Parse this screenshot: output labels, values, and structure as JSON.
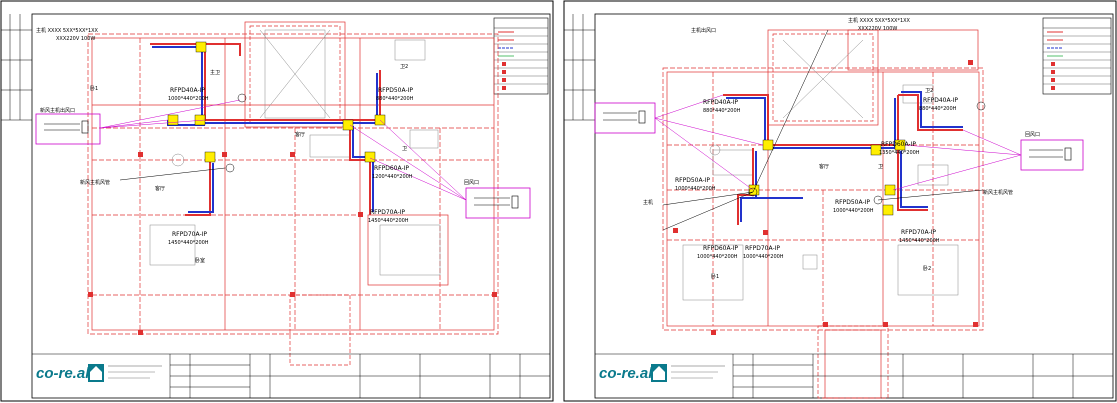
{
  "sheets": [
    {
      "id": "left",
      "logo": "co-re.al",
      "top_note_1": "主机 XXXX  5XX*5XX*1XX",
      "top_note_2": "XXX220V  100W",
      "units": [
        {
          "model": "RFPD40A-IP",
          "size": "1000*440*200H"
        },
        {
          "model": "RFPD50A-IP",
          "size": "880*440*200H"
        },
        {
          "model": "RFPD60A-IP",
          "size": "1200*440*200H"
        },
        {
          "model": "RFPD70A-IP",
          "size": "1450*440*200H"
        },
        {
          "model": "RFPD70A-IP",
          "size": "1450*440*200H"
        }
      ],
      "room_labels": [
        "卫2",
        "客厅",
        "客厅",
        "卧室",
        "卧1",
        "卫",
        "主卫"
      ],
      "callouts": [
        "新风主机出风口",
        "新风主机风管",
        "回风口"
      ]
    },
    {
      "id": "right",
      "logo": "co-re.al",
      "top_note_1": "主机 XXXX  5XX*5XX*1XX",
      "top_note_2": "XXX220V  100W",
      "units": [
        {
          "model": "RFPD40A-IP",
          "size": "880*440*200H"
        },
        {
          "model": "RFPD40A-IP",
          "size": "880*440*200H"
        },
        {
          "model": "RFPD50A-IP",
          "size": "1000*440*200H"
        },
        {
          "model": "RFPD50A-IP",
          "size": "1000*440*200H"
        },
        {
          "model": "RFPD60A-IP",
          "size": "1350*440*200H"
        },
        {
          "model": "RFPD70A-IP",
          "size": "1450*440*200H"
        },
        {
          "model": "RFPD60A-IP",
          "size": "1000*440*200H"
        },
        {
          "model": "RFPD70A-IP",
          "size": "1000*440*200H"
        }
      ],
      "room_labels": [
        "卫2",
        "客厅",
        "卧1",
        "卧2",
        "卫"
      ],
      "callouts": [
        "主机出风口",
        "新风主机风管",
        "回风口",
        "主机"
      ]
    }
  ],
  "colors": {
    "duct_red": "#e03030",
    "duct_blue": "#2233cc",
    "yellow": "#ffee00",
    "magenta": "#cc00cc",
    "logo_teal": "#0a7a8c"
  }
}
